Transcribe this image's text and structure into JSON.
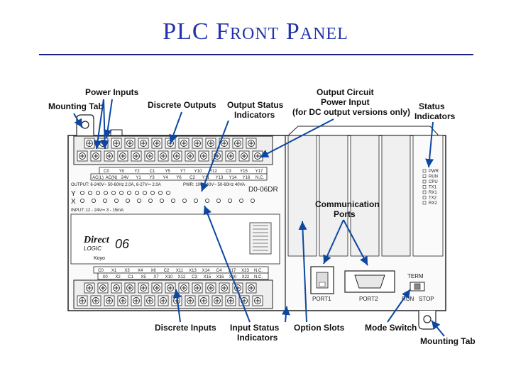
{
  "title": "PLC Front Panel",
  "labels": {
    "mounting_tab_left": "Mounting Tab",
    "power_inputs": "Power Inputs",
    "discrete_outputs": "Discrete Outputs",
    "output_status_indicators": [
      "Output Status",
      "Indicators"
    ],
    "output_circuit_power_input": [
      "Output Circuit",
      "Power Input",
      "(for DC output versions only)"
    ],
    "status_indicators": [
      "Status",
      "Indicators"
    ],
    "communication_ports": [
      "Communication",
      "Ports"
    ],
    "discrete_inputs": "Discrete Inputs",
    "input_status_indicators": [
      "Input Status",
      "Indicators"
    ],
    "option_slots": "Option Slots",
    "mode_switch": "Mode Switch",
    "mounting_tab_right": "Mounting Tab"
  },
  "device": {
    "model": "D0-06DR",
    "brand_line1": "Direct",
    "brand_line2": "LOGIC",
    "brand_num": "06",
    "maker": "Koyo",
    "output_spec": "OUTPUT: 6-240V~ 50-60Hz 2.0A, 6-27V⎓ 2.0A",
    "power_spec": "PWR: 100-240V~ 50-60Hz 40VA",
    "input_spec": "INPUT: 12 - 24V⎓ 3 - 15mA",
    "output_row_label": "Y",
    "input_row_label": "X",
    "top_terminal_top": [
      "C0",
      "Y0",
      "Y2",
      "C1",
      "Y5",
      "Y7",
      "Y10",
      "Y12",
      "C3",
      "Y15",
      "Y17"
    ],
    "top_terminal_bottom": [
      "AC(L)",
      "AC(N)",
      "24V",
      "Y1",
      "Y3",
      "Y4",
      "Y6",
      "C2",
      "Y11",
      "Y13",
      "Y14",
      "Y16",
      "N.C."
    ],
    "bottom_terminal_top": [
      "C0",
      "X1",
      "X3",
      "X4",
      "X6",
      "C2",
      "X11",
      "X13",
      "X14",
      "C4",
      "X17",
      "X23",
      "N.C."
    ],
    "bottom_terminal_bottom": [
      "X0",
      "X2",
      "C1",
      "X5",
      "X7",
      "X10",
      "X12",
      "C3",
      "X15",
      "X16",
      "X20",
      "X22",
      "N.C."
    ],
    "status_leds": [
      "PWR",
      "RUN",
      "CPU",
      "TX1",
      "RX1",
      "TX2",
      "RX2"
    ],
    "port1": "PORT1",
    "port2": "PORT2",
    "switch_label": "TERM",
    "switch_run": "RUN",
    "switch_stop": "STOP"
  }
}
